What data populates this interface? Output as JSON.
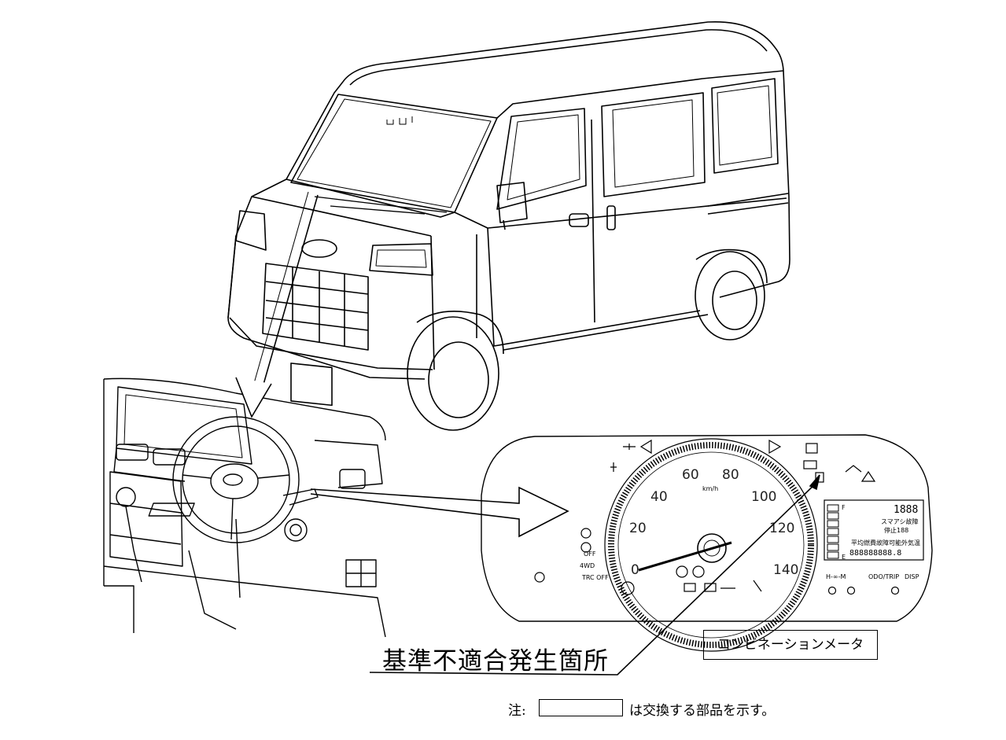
{
  "labels": {
    "defect_location": "基準不適合発生箇所",
    "combination_meter": "コンビネーションメータ",
    "note_prefix": "注:",
    "note_suffix": "は交換する部品を示す。"
  },
  "meter": {
    "speed_ticks": [
      "20",
      "40",
      "60",
      "80",
      "100",
      "120",
      "140"
    ],
    "speed_zero": "0",
    "unit": "km/h",
    "side_labels": {
      "four_wd": "4WD",
      "trc_off": "TRC OFF",
      "off": "OFF",
      "h_mode": "H-∞-M",
      "odo_trip": "ODO/TRIP",
      "disp": "DISP",
      "lcd_top": "1888",
      "lcd_smart": "スマアシ故障",
      "lcd_stop": "停止188",
      "lcd_avg": "平均燃費故障可能外気温",
      "lcd_odo": "888888888.8",
      "fuel_f": "F",
      "fuel_e": "E"
    }
  }
}
